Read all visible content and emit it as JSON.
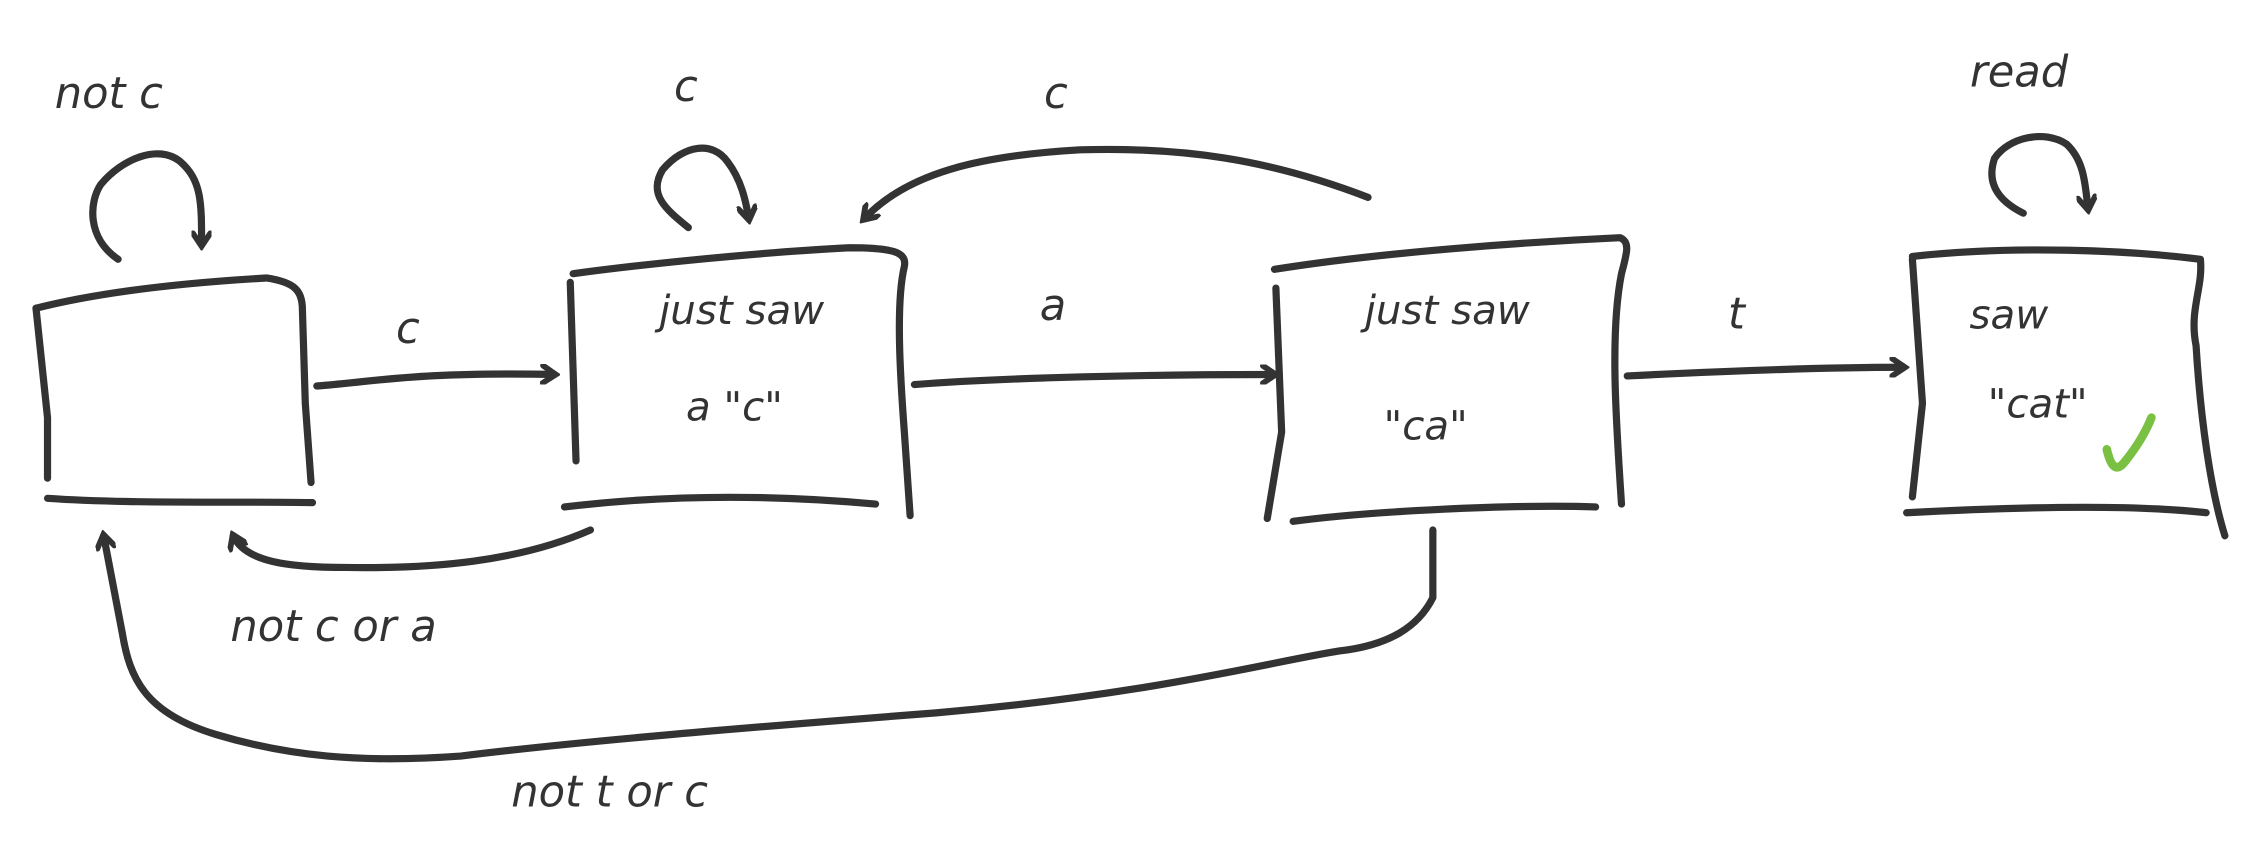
{
  "states": [
    {
      "id": "start",
      "lines": []
    },
    {
      "id": "saw-c",
      "lines": [
        "just saw",
        "a \"c\""
      ]
    },
    {
      "id": "saw-ca",
      "lines": [
        "just saw",
        "\"ca\""
      ]
    },
    {
      "id": "saw-cat",
      "lines": [
        "saw",
        "\"cat\""
      ],
      "accept_icon": "checkmark-icon",
      "accept_color": "#7ac143"
    }
  ],
  "transitions": {
    "start_self": "not c",
    "start_to_c": "c",
    "c_self": "c",
    "c_to_ca": "a",
    "ca_to_c": "c",
    "ca_to_cat": "t",
    "cat_self": "read",
    "c_to_start": "not c or a",
    "ca_to_start": "not t or c"
  },
  "colors": {
    "ink": "#333333",
    "accept": "#7ac143"
  }
}
